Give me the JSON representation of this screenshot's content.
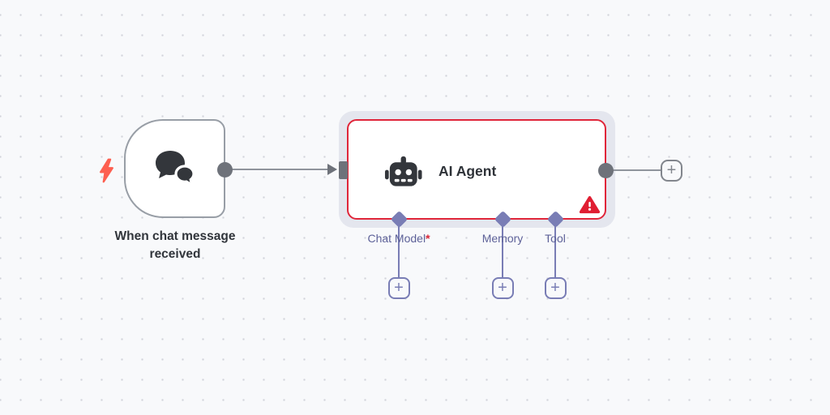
{
  "canvas": {
    "background": "#f8f9fb",
    "dot_color": "#d2d3da"
  },
  "trigger_node": {
    "label": "When chat message received",
    "icon": "chat-bubbles",
    "badge_icon": "lightning-bolt",
    "badge_color": "#fd5f50",
    "border_color": "#989ea6"
  },
  "agent_node": {
    "title": "AI Agent",
    "icon": "robot",
    "has_error": true,
    "error_border_color": "#e0263a",
    "warning_icon": "warning-triangle",
    "warning_color": "#e01e32",
    "required_marker": "*",
    "sub_inputs": [
      {
        "label": "Chat Model",
        "required": true
      },
      {
        "label": "Memory",
        "required": false
      },
      {
        "label": "Tool",
        "required": false
      }
    ]
  },
  "buttons": {
    "plus": "+"
  },
  "colors": {
    "slate_connector": "#797db5",
    "slate_label_text": "#5e6299",
    "connection_gray": "#8f949c",
    "port_gray": "#6e727a",
    "icon_dark": "#33363b",
    "halo": "#e4e6ee"
  }
}
